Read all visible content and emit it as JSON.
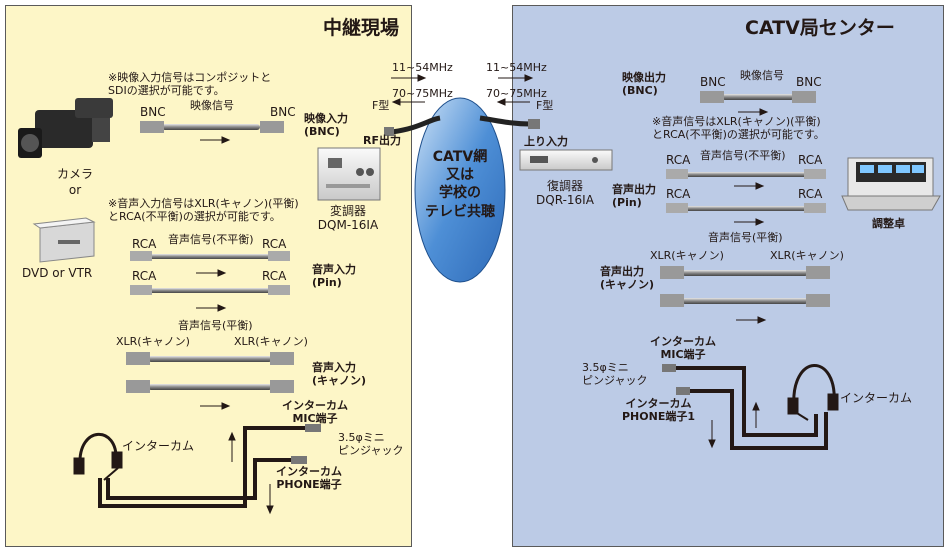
{
  "left": {
    "title": "中継現場",
    "video_note": "※映像入力信号はコンポジットと\nSDIの選択が可能です。",
    "bnc_left": "BNC",
    "video_signal": "映像信号",
    "bnc_right": "BNC",
    "video_input": "映像入力\n(BNC)",
    "rf_output": "RF出力",
    "camera": "カメラ",
    "or": "or",
    "dvd_vtr": "DVD or VTR",
    "audio_note": "※音声入力信号はXLR(キャノン)(平衡)\nとRCA(不平衡)の選択が可能です。",
    "rca_1": "RCA",
    "audio_unbal": "音声信号(不平衡)",
    "rca_2": "RCA",
    "rca_3": "RCA",
    "rca_4": "RCA",
    "audio_in_pin": "音声入力\n(Pin)",
    "audio_bal": "音声信号(平衡)",
    "xlr_left": "XLR(キャノン)",
    "xlr_right": "XLR(キャノン)",
    "audio_in_xlr": "音声入力\n(キャノン)",
    "modulator": "変調器\nDQM-16IA",
    "intercom": "インターカム",
    "intercom_mic": "インターカム\nMIC端子",
    "mini_jack": "3.5φミニ\nピンジャック",
    "intercom_phone": "インターカム\nPHONE端子"
  },
  "center": {
    "freq_11_left": "11~54MHz",
    "freq_70_left": "70~75MHz",
    "freq_11_right": "11~54MHz",
    "freq_70_right": "70~75MHz",
    "f_left": "F型",
    "f_right": "F型",
    "catv": "CATV網\n又は\n学校の\nテレビ共聴",
    "uplink_in": "上り入力"
  },
  "right": {
    "title": "CATV局センター",
    "video_output": "映像出力\n(BNC)",
    "bnc_left": "BNC",
    "video_signal": "映像信号",
    "bnc_right": "BNC",
    "audio_note": "※音声信号はXLR(キャノン)(平衡)\nとRCA(不平衡)の選択が可能です。",
    "demodulator": "復調器\nDQR-16IA",
    "audio_out_pin": "音声出力\n(Pin)",
    "rca_1": "RCA",
    "audio_unbal": "音声信号(不平衡)",
    "rca_2": "RCA",
    "rca_3": "RCA",
    "rca_4": "RCA",
    "audio_bal": "音声信号(平衡)",
    "xlr_left": "XLR(キャノン)",
    "xlr_right": "XLR(キャノン)",
    "audio_out_xlr": "音声出力\n(キャノン)",
    "console": "調整卓",
    "intercom_mic": "インターカム\nMIC端子",
    "mini_jack": "3.5φミニ\nピンジャック",
    "intercom_phone": "インターカム\nPHONE端子1",
    "intercom": "インターカム"
  }
}
